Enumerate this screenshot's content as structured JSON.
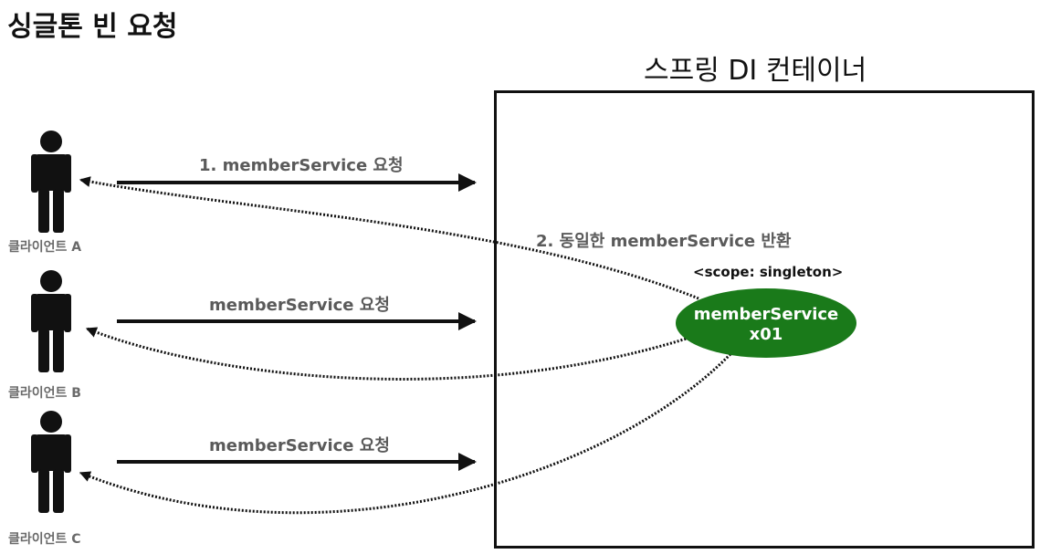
{
  "title": "싱글톤 빈 요청",
  "container": {
    "title": "스프링 DI 컨테이너"
  },
  "bean": {
    "scope": "<scope: singleton>",
    "name": "memberService",
    "instance": "x01",
    "color": "#1a7a1a"
  },
  "requests": [
    {
      "client": "클라이언트 A",
      "request_label": "1. memberService 요청"
    },
    {
      "client": "클라이언트 B",
      "request_label": "memberService 요청"
    },
    {
      "client": "클라이언트 C",
      "request_label": "memberService 요청"
    }
  ],
  "response_label": "2. 동일한 memberService 반환"
}
